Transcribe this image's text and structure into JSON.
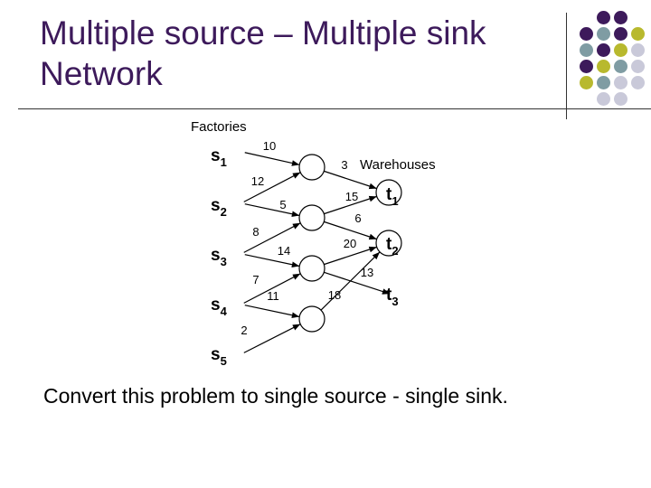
{
  "slide": {
    "title_line1": "Multiple source – Multiple sink",
    "title_line2": "Network",
    "caption": "Convert this problem to single source - single sink."
  },
  "decor": {
    "colors": [
      "#3d1a5b",
      "#7f9ca3",
      "#b8b92e",
      "#c9c9d9"
    ]
  },
  "diagram": {
    "label_factories": "Factories",
    "label_warehouses": "Warehouses",
    "sources": [
      {
        "id": "s1",
        "base": "s",
        "sub": "1"
      },
      {
        "id": "s2",
        "base": "s",
        "sub": "2"
      },
      {
        "id": "s3",
        "base": "s",
        "sub": "3"
      },
      {
        "id": "s4",
        "base": "s",
        "sub": "4"
      },
      {
        "id": "s5",
        "base": "s",
        "sub": "5"
      }
    ],
    "sinks": [
      {
        "id": "t1",
        "base": "t",
        "sub": "1"
      },
      {
        "id": "t2",
        "base": "t",
        "sub": "2"
      },
      {
        "id": "t3",
        "base": "t",
        "sub": "3"
      }
    ],
    "intermediate_nodes": [
      "a",
      "b",
      "c",
      "d",
      "e",
      "f"
    ],
    "edges": [
      {
        "from": "s1",
        "to": "a",
        "capacity": "10"
      },
      {
        "from": "s2",
        "to": "a",
        "capacity": "12"
      },
      {
        "from": "s2",
        "to": "b",
        "capacity": "5"
      },
      {
        "from": "s3",
        "to": "b",
        "capacity": "8"
      },
      {
        "from": "s3",
        "to": "c",
        "capacity": "14"
      },
      {
        "from": "s4",
        "to": "c",
        "capacity": "7"
      },
      {
        "from": "s4",
        "to": "d",
        "capacity": "11"
      },
      {
        "from": "s5",
        "to": "d",
        "capacity": "2"
      },
      {
        "from": "a",
        "to": "e",
        "capacity": "3"
      },
      {
        "from": "b",
        "to": "e",
        "capacity": "15"
      },
      {
        "from": "b",
        "to": "f",
        "capacity": "6"
      },
      {
        "from": "c",
        "to": "f",
        "capacity": "20"
      },
      {
        "from": "c",
        "to": "t3",
        "capacity": "13"
      },
      {
        "from": "d",
        "to": "f",
        "capacity": "18"
      },
      {
        "from": "e",
        "to": "t1",
        "capacity": ""
      },
      {
        "from": "f",
        "to": "t2",
        "capacity": ""
      }
    ]
  }
}
